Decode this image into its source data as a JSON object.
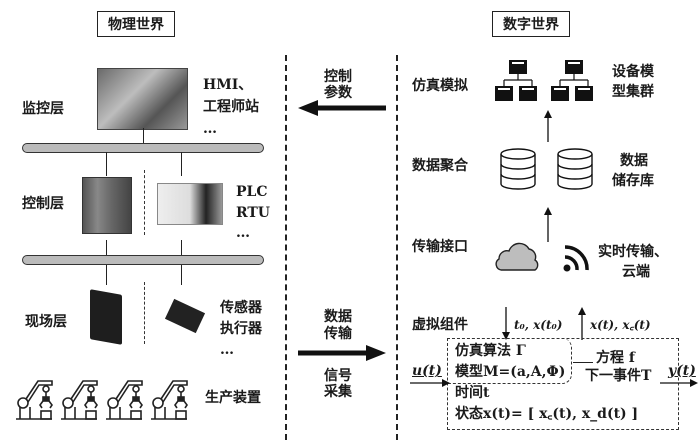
{
  "physical": {
    "title": "物理世界",
    "layers": {
      "monitor": "监控层",
      "control": "控制层",
      "field": "现场层"
    },
    "monitor_items": [
      "HMI、",
      "工程师站",
      "…"
    ],
    "control_items": [
      "PLC",
      "RTU",
      "…"
    ],
    "field_items": [
      "传感器",
      "执行器",
      "…"
    ],
    "production": "生产装置"
  },
  "middle": {
    "control_param": [
      "控制",
      "参数"
    ],
    "data_transfer": [
      "数据",
      "传输"
    ],
    "signal_collect": [
      "信号",
      "采集"
    ]
  },
  "digital": {
    "title": "数字世界",
    "simulation": "仿真模拟",
    "model_cluster": [
      "设备模",
      "型集群"
    ],
    "aggregation": "数据聚合",
    "storage": [
      "数据",
      "储存库"
    ],
    "interface": "传输接口",
    "realtime": [
      "实时传输、",
      "云端"
    ],
    "virtual_component": "虚拟组件",
    "input_top": "t₀, x(t₀)",
    "output_top": "x(t), x꜀(t)",
    "input_left": "u(t)",
    "output_right": "y(t)",
    "box_lines": [
      "仿真算法 Γ",
      "模型M=(a,A,Φ)",
      "时间t",
      "状态x(t)= [ x꜀(t), x_d(t) ]"
    ],
    "equation": "方程 f",
    "next_event": "下一事件T"
  }
}
